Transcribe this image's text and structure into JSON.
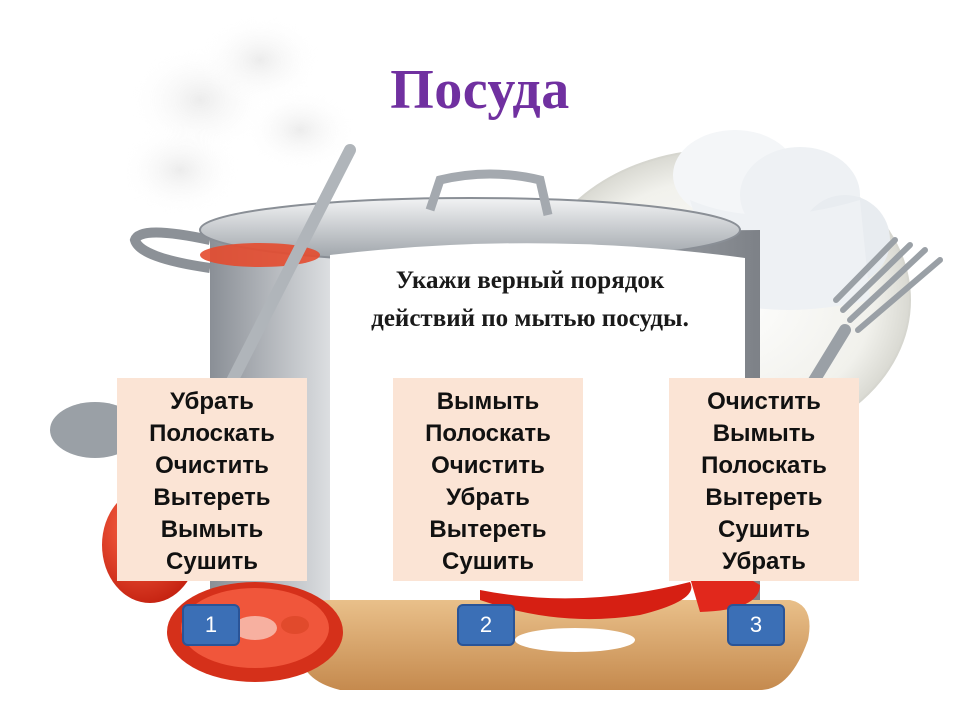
{
  "title": "Посуда",
  "instruction": {
    "line1": "Укажи верный порядок",
    "line2": "действий по мытью посуды."
  },
  "options": [
    {
      "number": "1",
      "steps": [
        "Убрать",
        "Полоскать",
        "Очистить",
        "Вытереть",
        "Вымыть",
        "Сушить"
      ]
    },
    {
      "number": "2",
      "steps": [
        "Вымыть",
        "Полоскать",
        "Очистить",
        "Убрать",
        "Вытереть",
        "Сушить"
      ]
    },
    {
      "number": "3",
      "steps": [
        "Очистить",
        "Вымыть",
        "Полоскать",
        "Вытереть",
        "Сушить",
        "Убрать"
      ]
    }
  ],
  "colors": {
    "title": "#7030a0",
    "card_background": "#fbe4d5",
    "button": "#3b6fb6"
  }
}
